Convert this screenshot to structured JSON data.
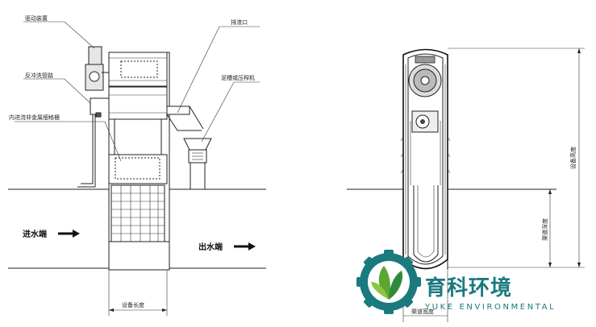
{
  "left_view": {
    "labels": {
      "drive": "驱动装置",
      "backwash_pipe": "反冲洗管路",
      "screen": "内进流非金属细格栅",
      "discharge": "排渣口",
      "press": "泥槽或压榨机",
      "inlet": "进水端",
      "outlet": "出水端",
      "length": "设备长度"
    }
  },
  "right_view": {
    "labels": {
      "height": "设备高度",
      "depth": "渠道深度",
      "width": "渠道宽度"
    }
  },
  "brand": {
    "name_cn": "育科环境",
    "name_en": "YUKE ENVIRONMENTAL"
  },
  "colors": {
    "brand_teal": "#1a7a7e",
    "brand_green": "#5aa832",
    "line": "#222222"
  }
}
